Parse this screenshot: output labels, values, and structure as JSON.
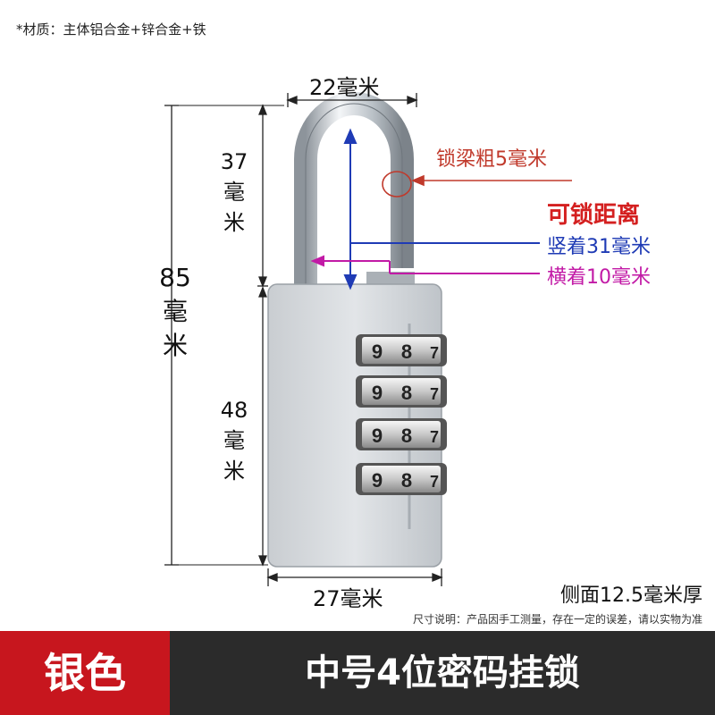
{
  "material": "*材质：主体铝合金+锌合金+铁",
  "dimensions": {
    "shackle_width": "22毫米",
    "total_height_num": "85",
    "total_height_unit_1": "毫",
    "total_height_unit_2": "米",
    "shackle_height_num": "37",
    "shackle_height_unit_1": "毫",
    "shackle_height_unit_2": "米",
    "body_height_num": "48",
    "body_height_unit_1": "毫",
    "body_height_unit_2": "米",
    "body_width": "27毫米",
    "side_thickness": "侧面12.5毫米厚"
  },
  "callouts": {
    "shackle_thickness": "锁梁粗5毫米",
    "lockable_distance": "可锁距离",
    "vertical": "竖着31毫米",
    "horizontal": "横着10毫米"
  },
  "dial_digits": [
    "9",
    "8",
    "7"
  ],
  "note": "尺寸说明：产品因手工测量，存在一定的误差，请以实物为准",
  "footer": {
    "color_label": "银色",
    "product_name": "中号4位密码挂锁"
  },
  "colors": {
    "red_accent": "#c7161e",
    "footer_dark": "#2b2b2b",
    "blue_arrow": "#1f3bb5",
    "magenta_arrow": "#c21aa6"
  }
}
